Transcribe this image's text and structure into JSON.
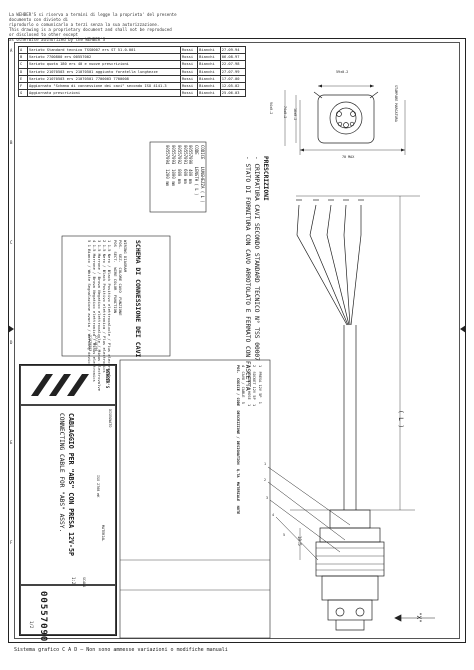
{
  "header_note": [
    "La WEHBER'S si riserva a termini di legge la proprieta' del presente documento con divieto di",
    "riprodurlo o comunicarlo a terzi senza la sua autorizzazione.",
    "This drawing is a proprietary document and shall not be reproduced or disclosed to other except",
    "as otherwise authorized by the WEHBER'S"
  ],
  "zone_letters": [
    "A",
    "B",
    "C",
    "D",
    "E",
    "F"
  ],
  "revisions": [
    {
      "rev": "A",
      "desc": "Variato Standard tecnico TSS0007 ers ST 51.0.001",
      "sig": "Rossi",
      "sig2": "Bianchi",
      "date": "27.09.94"
    },
    {
      "rev": "B",
      "desc": "Variato 7700800 ers 00557002",
      "sig": "Rossi",
      "sig2": "Bianchi",
      "date": "06.08.97"
    },
    {
      "rev": "C",
      "desc": "Variato quota 180 ers 40 e nuove prescrizioni",
      "sig": "Rossi",
      "sig2": "Bianchi",
      "date": "22.07.98"
    },
    {
      "rev": "D",
      "desc": "Variato 21070503 ers 21070501 aggiunto foratella lunghezze",
      "sig": "Rossi",
      "sig2": "Bianchi",
      "date": "27.07.99"
    },
    {
      "rev": "E",
      "desc": "Variato 21070503 ers 21070501 7700003 7700008",
      "sig": "Rossi",
      "sig2": "Bianchi",
      "date": "17.07.00"
    },
    {
      "rev": "F",
      "desc": "Aggiornato \"Schema di connessione dei cavi\" secondo ISO 4141-3",
      "sig": "Rossi",
      "sig2": "Bianchi",
      "date": "12.05.02"
    },
    {
      "rev": "G",
      "desc": "Aggiornata prescrizioni",
      "sig": "Rossi",
      "sig2": "Bianchi",
      "date": "25.06.03"
    }
  ],
  "dims": {
    "d1": "59±0.2",
    "d2": "16±0.2",
    "d3": "74±0.2",
    "d4": "94±0.2",
    "d5": "70 MAX",
    "stamp": "STAMPARE MARCATURA"
  },
  "prescrizioni": {
    "title": "PRESCRIZIONI",
    "lines": [
      "- CRIMPATURA CAVI SECONDO STANDARD TECNICO N° TSS 00007",
      "- STATO DI FORNITURA CON CAVO ARROTOLATO E FERMATO CON FASCETTA"
    ]
  },
  "lengths_table": {
    "headers": [
      "CODICE",
      "LUNGHEZZA ( L )"
    ],
    "headers_en": [
      "CODE",
      "LENGTH ( L )"
    ],
    "rows": [
      [
        "00557090",
        "400 mm"
      ],
      [
        "00557091",
        "600 mm"
      ],
      [
        "00557092",
        "800 mm"
      ],
      [
        "00557093",
        "1000 mm"
      ],
      [
        "00557094",
        "1200 mm"
      ]
    ]
  },
  "schema": {
    "title": "SCHEMA DI CONNESSIONE DEI CAVI",
    "subtitle": "WIRING DIAGRAM",
    "headers": [
      "POS.",
      "SEZ.",
      "COLORE CAVO",
      "FUNZIONE"
    ],
    "headers_en": [
      "POS",
      "SECT.",
      "WIRE COLOR",
      "FUNCTION"
    ],
    "rows": [
      [
        "1",
        "1.5",
        "Nero / Black",
        "Positivo elettrovalvole / Plus electrovalve"
      ],
      [
        "2",
        "1.5",
        "Nero / Black",
        "Positivo elettronica / Plus electronics"
      ],
      [
        "3",
        "1.5",
        "Marrone / Brown",
        "Negativo elettrovalvole / Minus electrovalve"
      ],
      [
        "4",
        "1.5",
        "Marrone / Brown",
        "Negativo elettronica / Minus electronics"
      ],
      [
        "5",
        "1",
        "Bianco / White",
        "Segnalazione avaria / Warning device"
      ]
    ]
  },
  "parts_list": {
    "headers": [
      "POS.",
      "CODICE / CODE",
      "DESCRIZIONE / DESIGNATION",
      "Q.TA",
      "MATERIALE",
      "NOTE"
    ],
    "rows": [
      [
        "1",
        "",
        "PRESA 12V 5P",
        "1",
        "",
        ""
      ],
      [
        "2",
        "",
        "SOCKET 12V 5P",
        "1",
        "",
        ""
      ],
      [
        "3",
        "",
        "GUAINA / HOSE",
        "1",
        "",
        ""
      ],
      [
        "4",
        "",
        "CAVO / CABLE",
        "5",
        "",
        ""
      ]
    ]
  },
  "labels": {
    "length_label": "( L )",
    "x_label": "\"X\"",
    "dim_185": "18.5",
    "callouts": [
      "1",
      "2",
      "3",
      "4",
      "5"
    ]
  },
  "title_block": {
    "company": "WEHBER'S",
    "title_it": "CABLAGGIO PER \"ABS\" CON PRESA 12V-5P",
    "title_en": "CONNECTING CABLE FOR \"ABS\" ASSY.",
    "drawing_number": "00557090",
    "sheet": "1/2",
    "scale_label": "SCALA",
    "scale": "1:2",
    "general_tolerance": "ISO 2768 mK",
    "material": "MATERIAL",
    "date": "27/10/94",
    "drawn": "DISEGNATO",
    "drawn_no": "21070503"
  },
  "footer": {
    "left": "Sistema grafico  C A D",
    "center": "Non sono ammesse variazioni o modifiche manuali"
  }
}
